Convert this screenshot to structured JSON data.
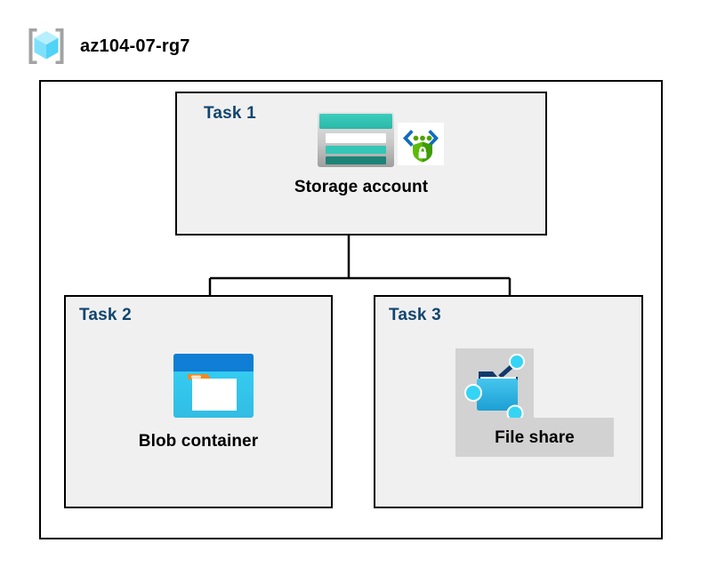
{
  "header": {
    "title": "az104-07-rg7",
    "icon": "resource-group-icon"
  },
  "diagram": {
    "type": "azure-architecture-diagram",
    "container_label": "",
    "colors": {
      "task_label": "#11456e",
      "box_fill": "#f0f0f0",
      "box_border": "#000000",
      "canvas": "#ffffff",
      "highlight_swatch": "#d2d2d2",
      "storage_teal": "#31bfb0",
      "storage_teal_dark": "#1d7f74",
      "blob_blue": "#0078d4",
      "blob_cyan": "#32c8f0",
      "blob_orange": "#f28b2b",
      "shield_green": "#57a300",
      "node_cyan": "#32d2f2",
      "rg_cube_cyan": "#9fe9fb"
    },
    "tasks": [
      {
        "id": "task1",
        "label": "Task 1",
        "node_label": "Storage account",
        "icons": [
          "storage-account-icon",
          "private-link-icon"
        ]
      },
      {
        "id": "task2",
        "label": "Task 2",
        "node_label": "Blob container",
        "icons": [
          "blob-container-icon"
        ]
      },
      {
        "id": "task3",
        "label": "Task 3",
        "node_label": "File share",
        "icons": [
          "file-share-icon"
        ]
      }
    ],
    "connections": [
      {
        "from": "task1",
        "to": "task2"
      },
      {
        "from": "task1",
        "to": "task3"
      }
    ]
  }
}
